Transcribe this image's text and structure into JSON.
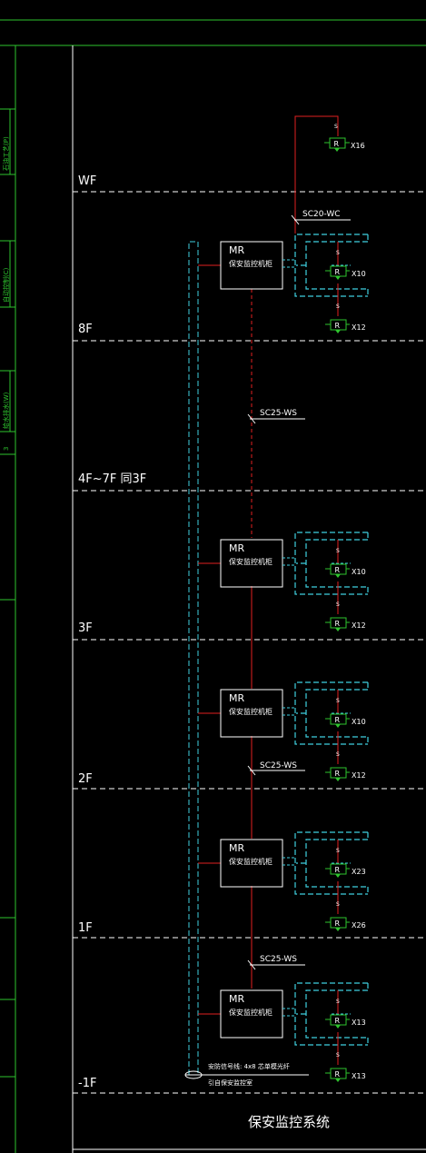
{
  "title": "保安监控系统",
  "side_tabs": [
    "石油工艺(P)",
    "自动控制(C)",
    "给水排水(W)",
    "3"
  ],
  "floors": [
    "WF",
    "8F",
    "4F~7F 同3F",
    "3F",
    "2F",
    "1F",
    "-1F"
  ],
  "cabinet": {
    "code": "MR",
    "label": "保安监控机柜"
  },
  "rooftop_camera": {
    "symbol": "R",
    "tag": "X16",
    "s_mark": "S"
  },
  "cable_top": "SC20-WC",
  "cable_riser": "SC25-WS",
  "cable_note": {
    "line1": "安防信号线:   4x8  芯单模光纤",
    "line2": "引自保安监控室"
  },
  "units": [
    {
      "floor": "8F",
      "cam_a": "X10",
      "cam_b": "X12",
      "s_a": "S",
      "s_b": "S"
    },
    {
      "floor": "3F",
      "cam_a": "X10",
      "cam_b": "X12",
      "s_a": "S",
      "s_b": "S"
    },
    {
      "floor": "2F",
      "cam_a": "X10",
      "cam_b": "X12",
      "s_a": "S",
      "s_b": "S"
    },
    {
      "floor": "1F",
      "cam_a": "X23",
      "cam_b": "X26",
      "s_a": "S",
      "s_b": "S"
    },
    {
      "floor": "-1F",
      "cam_a": "X13",
      "cam_b": "X13",
      "s_a": "S",
      "s_b": "S"
    }
  ],
  "colors": {
    "red": "#e02020",
    "cyan": "#3fd0e0",
    "green": "#2ec42e",
    "white": "#ffffff"
  }
}
